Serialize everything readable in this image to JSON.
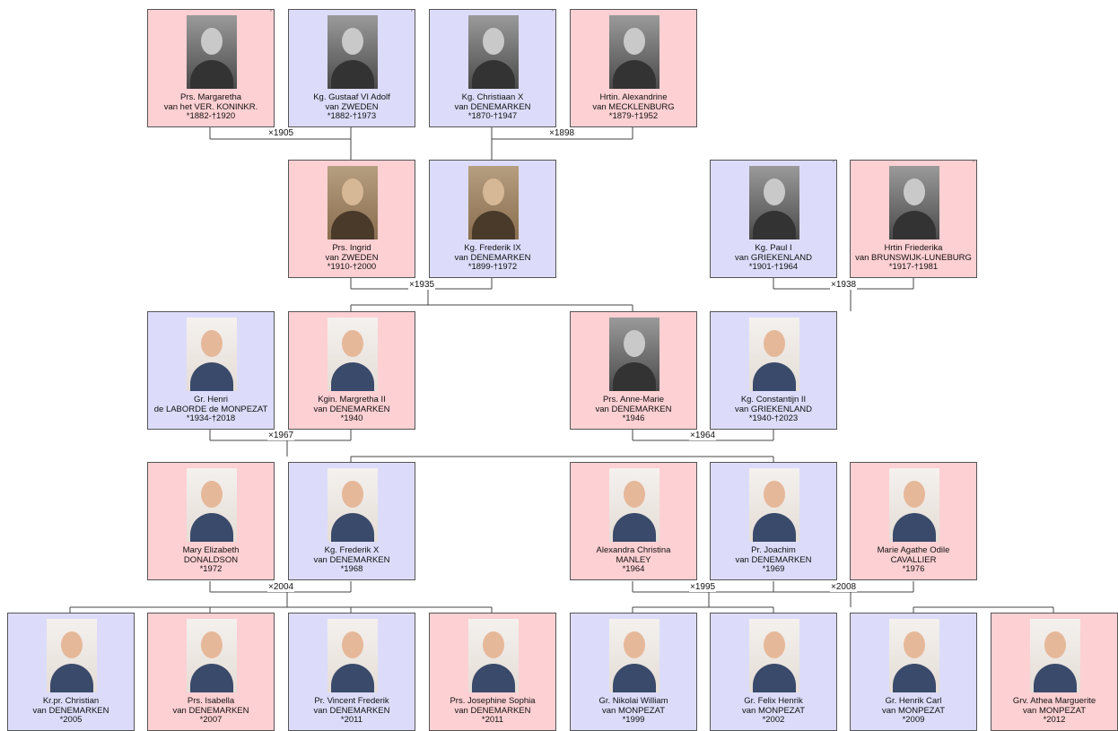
{
  "people": {
    "margaretha_vk": {
      "name": "Prs. Margaretha",
      "house": "van het VER. KONINKR.",
      "dates": "*1882-†1920"
    },
    "gustaaf": {
      "name": "Kg. Gustaaf VI Adolf",
      "house": "van ZWEDEN",
      "dates": "*1882-†1973"
    },
    "christiaan": {
      "name": "Kg. Christiaan X",
      "house": "van DENEMARKEN",
      "dates": "*1870-†1947"
    },
    "alexandrine": {
      "name": "Hrtin. Alexandrine",
      "house": "van MECKLENBURG",
      "dates": "*1879-†1952"
    },
    "ingrid": {
      "name": "Prs. Ingrid",
      "house": "van ZWEDEN",
      "dates": "*1910-†2000"
    },
    "frederik9": {
      "name": "Kg. Frederik IX",
      "house": "van DENEMARKEN",
      "dates": "*1899-†1972"
    },
    "paul": {
      "name": "Kg. Paul I",
      "house": "van GRIEKENLAND",
      "dates": "*1901-†1964"
    },
    "friederika": {
      "name": "Hrtin Friederika",
      "house": "van BRUNSWIJK-LÜNEBURG",
      "dates": "*1917-†1981"
    },
    "henri": {
      "name": "Gr. Henri",
      "house": "de LABORDE de MONPEZAT",
      "dates": "*1934-†2018"
    },
    "margretha2": {
      "name": "Kgin. Margretha II",
      "house": "van DENEMARKEN",
      "dates": "*1940"
    },
    "annemarie": {
      "name": "Prs. Anne-Marie",
      "house": "van DENEMARKEN",
      "dates": "*1946"
    },
    "constantijn": {
      "name": "Kg. Constantijn II",
      "house": "van GRIEKENLAND",
      "dates": "*1940-†2023"
    },
    "mary": {
      "name": "Mary Elizabeth",
      "house": "DONALDSON",
      "dates": "*1972"
    },
    "frederik10": {
      "name": "Kg. Frederik X",
      "house": "van DENEMARKEN",
      "dates": "*1968"
    },
    "alexandra": {
      "name": "Alexandra Christina",
      "house": "MANLEY",
      "dates": "*1964"
    },
    "joachim": {
      "name": "Pr. Joachim",
      "house": "van DENEMARKEN",
      "dates": "*1969"
    },
    "marie": {
      "name": "Marie Agathe Odile",
      "house": "CAVALLIER",
      "dates": "*1976"
    },
    "christian": {
      "name": "Kr.pr. Christian",
      "house": "van DENEMARKEN",
      "dates": "*2005"
    },
    "isabella": {
      "name": "Prs. Isabella",
      "house": "van DENEMARKEN",
      "dates": "*2007"
    },
    "vincent": {
      "name": "Pr. Vincent Frederik",
      "house": "van DENEMARKEN",
      "dates": "*2011"
    },
    "josephine": {
      "name": "Prs. Josephine Sophia",
      "house": "van DENEMARKEN",
      "dates": "*2011"
    },
    "nikolai": {
      "name": "Gr. Nikolai William",
      "house": "van MONPEZAT",
      "dates": "*1999"
    },
    "felix": {
      "name": "Gr. Felix Henrik",
      "house": "van MONPEZAT",
      "dates": "*2002"
    },
    "henrik": {
      "name": "Gr. Henrik Carl",
      "house": "van MONPEZAT",
      "dates": "*2009"
    },
    "athena": {
      "name": "Grv. Athea Marguerite",
      "house": "van MONPEZAT",
      "dates": "*2012"
    }
  },
  "marriages": {
    "m1905": "×1905",
    "m1898": "×1898",
    "m1935": "×1935",
    "m1938": "×1938",
    "m1967": "×1967",
    "m1964": "×1964",
    "m2004": "×2004",
    "m1995": "×1995",
    "m2008": "×2008"
  },
  "corner_mark": "°",
  "colors": {
    "female_box": "#fdd0d3",
    "male_box": "#dcdcfa",
    "line": "#444444"
  }
}
